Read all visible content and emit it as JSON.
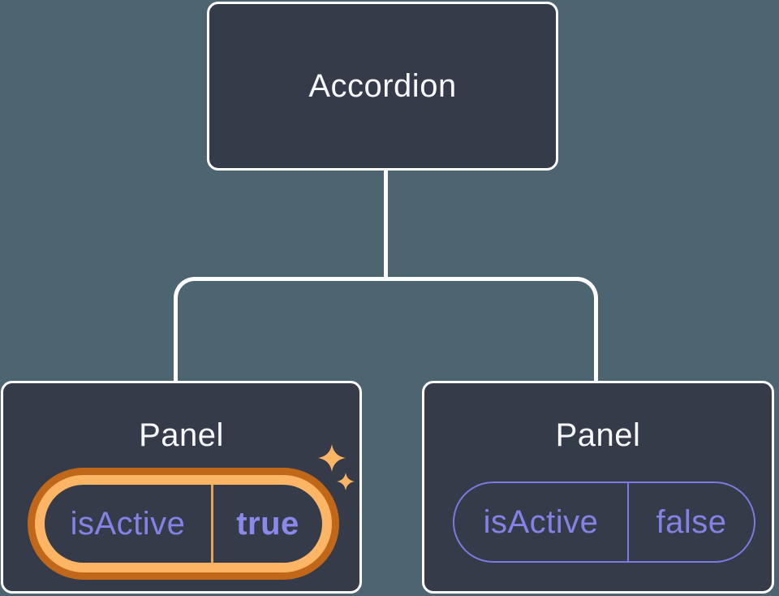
{
  "diagram": {
    "root": {
      "label": "Accordion"
    },
    "children": [
      {
        "label": "Panel",
        "state": {
          "key": "isActive",
          "value": "true"
        },
        "highlighted": true,
        "sparkles": true
      },
      {
        "label": "Panel",
        "state": {
          "key": "isActive",
          "value": "false"
        },
        "highlighted": false,
        "sparkles": false
      }
    ]
  },
  "colors": {
    "background": "#4d6570",
    "node_fill": "#353b48",
    "node_border": "#ffffff",
    "title_text": "#f7f8f9",
    "connector": "#ffffff",
    "state_text": "#8482e6",
    "state_value_active_text": "#8b88ec",
    "pill_border_inactive": "#7c7ae0",
    "highlight_ring_outer": "#c1671a",
    "highlight_ring_inner": "#fbb564",
    "highlight_divider": "#e5a45a",
    "sparkle": "#fbb564"
  }
}
